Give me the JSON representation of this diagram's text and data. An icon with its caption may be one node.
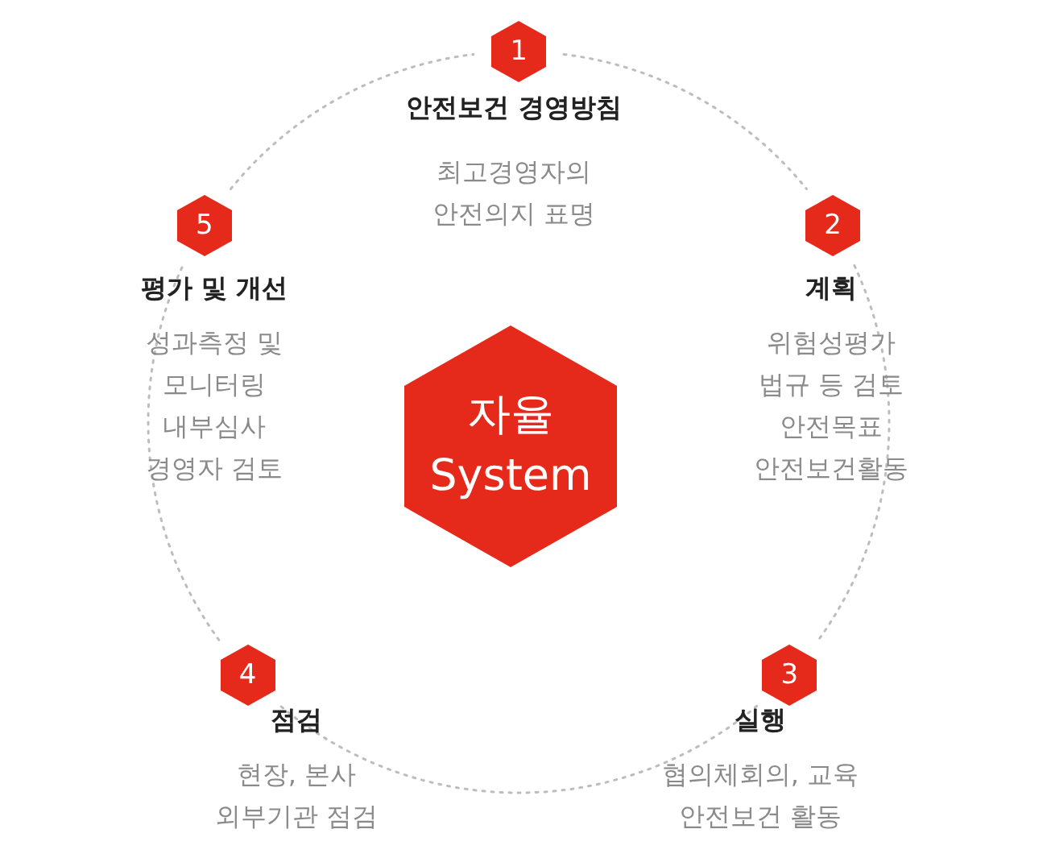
{
  "diagram": {
    "nodes": [
      {
        "text": [
          "자율 System"
        ]
      },
      {
        "text": [
          "1"
        ],
        "beside": [
          "안전보건 경영방침",
          "최고경영자의 안전의지 표명"
        ]
      },
      {
        "text": [
          "2"
        ],
        "beside": [
          "계획",
          "위험성평가",
          "법규 등 검토",
          "안전목표",
          "안전보건활동"
        ]
      },
      {
        "text": [
          "3"
        ],
        "beside": [
          "실행",
          "협의체회의, 교육",
          "안전보건 활동"
        ]
      },
      {
        "text": [
          "4"
        ],
        "beside": [
          "점검",
          "현장, 본사",
          "외부기관 점검"
        ]
      },
      {
        "text": [
          "5"
        ],
        "beside": [
          "평가 및 개선",
          "성과측정 및 모니터링",
          "내부심사",
          "경영자 검토"
        ]
      }
    ],
    "edges": [
      {
        "from": 1,
        "to": 2,
        "arrow": "none",
        "style": "dashed"
      },
      {
        "from": 2,
        "to": 3,
        "arrow": "none",
        "style": "dashed"
      },
      {
        "from": 3,
        "to": 4,
        "arrow": "none",
        "style": "dashed"
      },
      {
        "from": 4,
        "to": 5,
        "arrow": "none",
        "style": "dashed"
      },
      {
        "from": 5,
        "to": 1,
        "arrow": "none",
        "style": "dashed"
      }
    ]
  }
}
